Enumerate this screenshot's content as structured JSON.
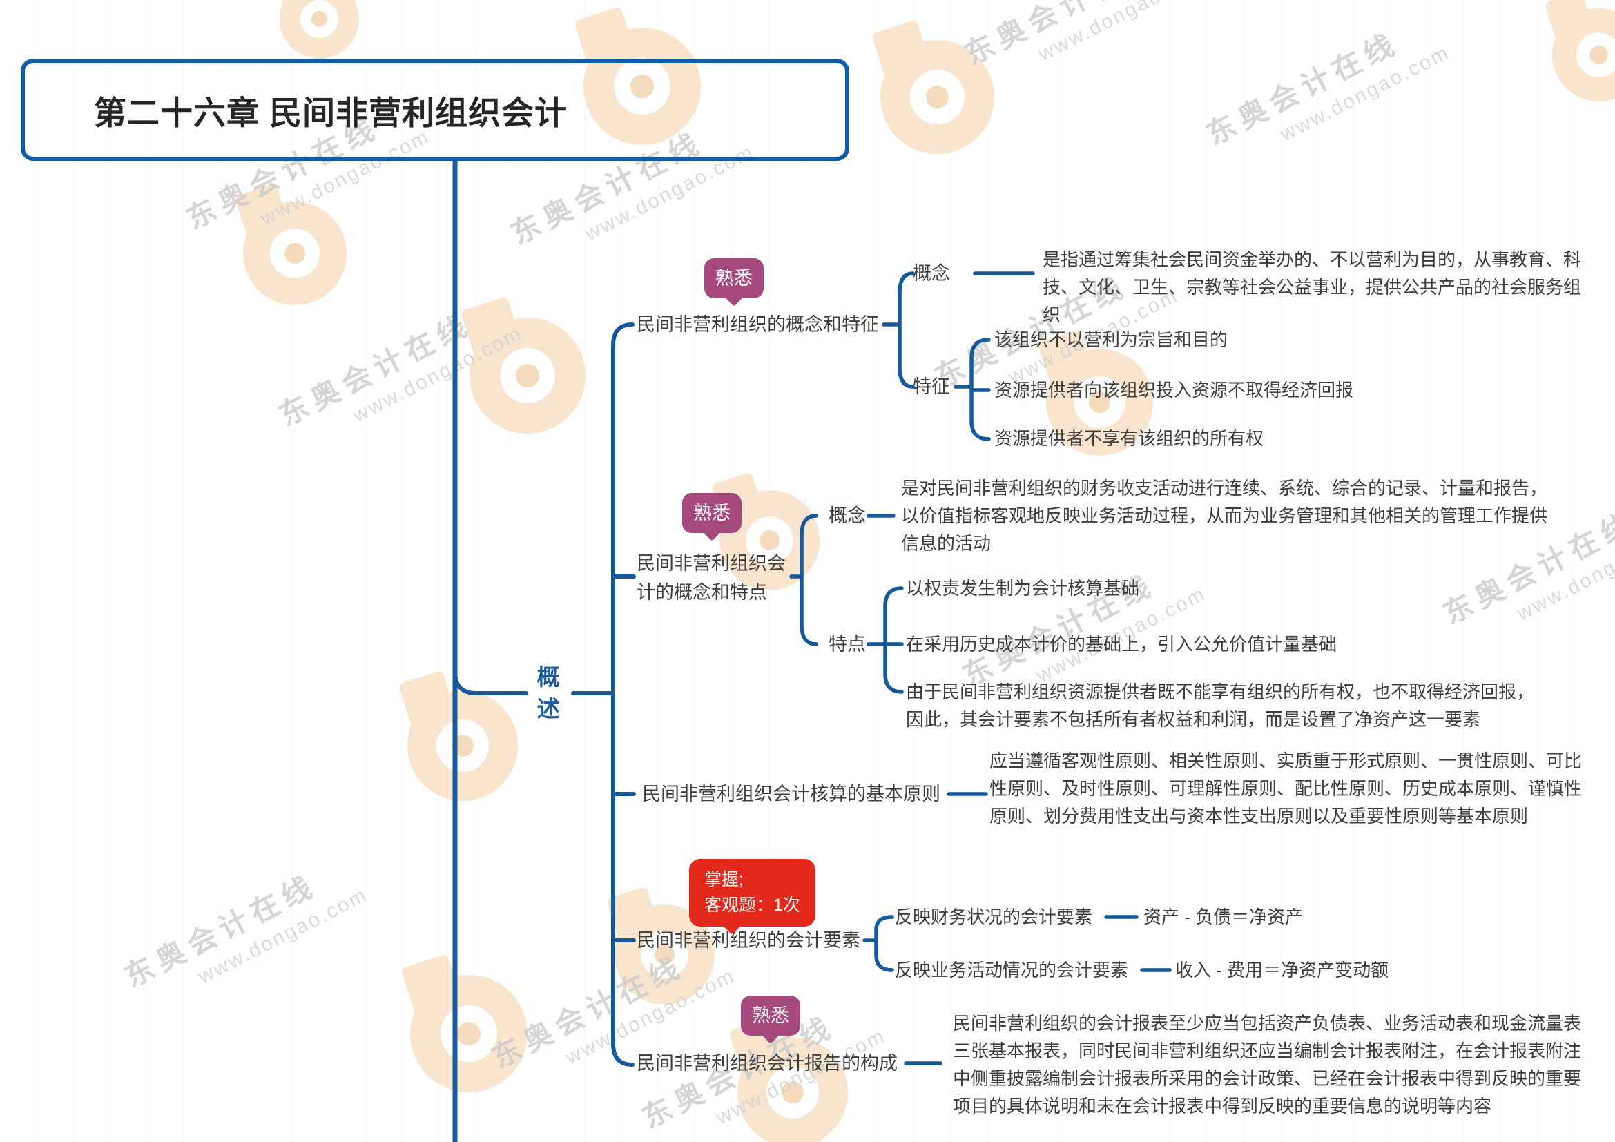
{
  "title": "第二十六章 民间非营利组织会计",
  "root": {
    "label": "概述"
  },
  "watermark": {
    "brand": "东奥会计在线",
    "url": "www.dongao.com"
  },
  "branches": [
    {
      "label": "民间非营利组织的概念和特征",
      "badge": "熟悉",
      "children": [
        {
          "label": "概念",
          "text": "是指通过筹集社会民间资金举办的、不以营利为目的，从事教育、科技、文化、卫生、宗教等社会公益事业，提供公共产品的社会服务组织"
        },
        {
          "label": "特征",
          "items": [
            "该组织不以营利为宗旨和目的",
            "资源提供者向该组织投入资源不取得经济回报",
            "资源提供者不享有该组织的所有权"
          ]
        }
      ]
    },
    {
      "label": "民间非营利组织会计的概念和特点",
      "badge": "熟悉",
      "children": [
        {
          "label": "概念",
          "text": "是对民间非营利组织的财务收支活动进行连续、系统、综合的记录、计量和报告，以价值指标客观地反映业务活动过程，从而为业务管理和其他相关的管理工作提供信息的活动"
        },
        {
          "label": "特点",
          "items": [
            "以权责发生制为会计核算基础",
            "在采用历史成本计价的基础上，引入公允价值计量基础",
            "由于民间非营利组织资源提供者既不能享有组织的所有权，也不取得经济回报，因此，其会计要素不包括所有者权益和利润，而是设置了净资产这一要素"
          ]
        }
      ]
    },
    {
      "label": "民间非营利组织会计核算的基本原则",
      "text": "应当遵循客观性原则、相关性原则、实质重于形式原则、一贯性原则、可比性原则、及时性原则、可理解性原则、配比性原则、历史成本原则、谨慎性原则、划分费用性支出与资本性支出原则以及重要性原则等基本原则"
    },
    {
      "label": "民间非营利组织的会计要素",
      "badge": {
        "line1": "掌握;",
        "line2": "客观题：1次"
      },
      "children": [
        {
          "label": "反映财务状况的会计要素",
          "formula": "资产 - 负债＝净资产"
        },
        {
          "label": "反映业务活动情况的会计要素",
          "formula": "收入 - 费用＝净资产变动额"
        }
      ]
    },
    {
      "label": "民间非营利组织会计报告的构成",
      "badge": "熟悉",
      "text": "民间非营利组织的会计报表至少应当包括资产负债表、业务活动表和现金流量表三张基本报表，同时民间非营利组织还应当编制会计报表附注，在会计报表附注中侧重披露编制会计报表所采用的会计政策、已经在会计报表中得到反映的重要项目的具体说明和未在会计报表中得到反映的重要信息的说明等内容"
    }
  ],
  "colors": {
    "line": "#15599c",
    "familiar_badge": "#a64a7e",
    "master_badge": "#e2291c",
    "root_text": "#1c5b9f",
    "title_border": "#0f5ca8"
  }
}
